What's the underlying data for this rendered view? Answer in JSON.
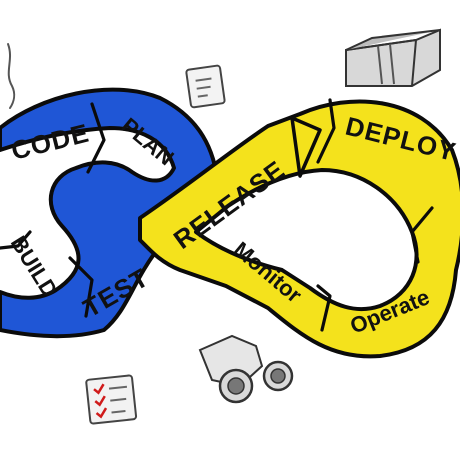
{
  "diagram": {
    "colors": {
      "dev_loop": "#1f56d6",
      "ops_loop": "#f4e21c",
      "outline": "#0b0b0b",
      "background": "#ffffff",
      "sketch": "#555555",
      "check_red": "#d01b1b"
    },
    "dev_stages": [
      "CODE",
      "PLAN",
      "BUILD",
      "TEST"
    ],
    "ops_stages": [
      "RELEASE",
      "DEPLOY",
      "Monitor",
      "Operate"
    ],
    "icons": [
      "box-icon",
      "document-icon",
      "binoculars-icon",
      "checklist-icon",
      "hook-icon"
    ]
  }
}
